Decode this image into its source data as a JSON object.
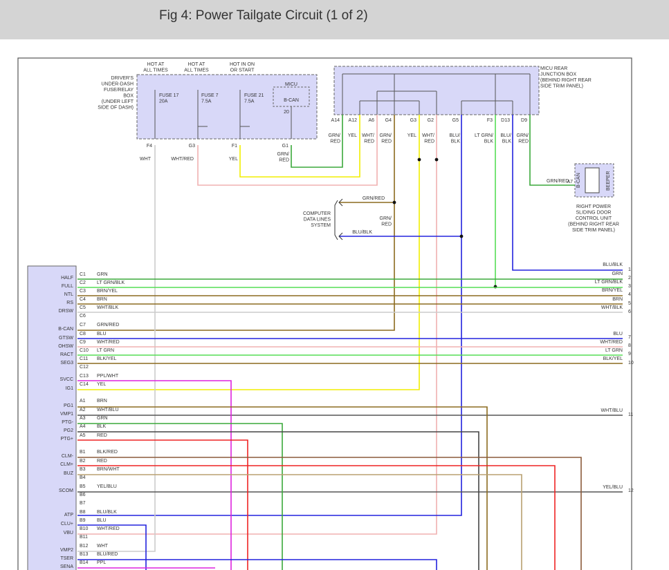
{
  "header": {
    "title": "Fig 4: Power Tailgate Circuit (1 of 2)"
  },
  "fuse_box": {
    "label": [
      "DRIVER'S",
      "UNDER-DASH",
      "FUSE/RELAY",
      "BOX",
      "(UNDER LEFT",
      "SIDE OF DASH)"
    ],
    "hot_labels": [
      [
        "HOT AT",
        "ALL TIMES"
      ],
      [
        "HOT AT",
        "ALL TIMES"
      ],
      [
        "HOT IN ON",
        "OR START"
      ]
    ],
    "fuses": [
      [
        "FUSE 17",
        "20A"
      ],
      [
        "FUSE 7",
        "7.5A"
      ],
      [
        "FUSE 21",
        "7.5A"
      ]
    ],
    "micu": [
      "MICU",
      "B-CAN",
      "20"
    ],
    "pins": [
      "F4",
      "G3",
      "F1",
      "G1"
    ]
  },
  "rear_box": {
    "label": [
      "MICU REAR",
      "JUNCTION BOX",
      "(BEHIND RIGHT REAR",
      "SIDE TRIM PANEL)"
    ],
    "pins": [
      "A14",
      "A12",
      "A6",
      "G4",
      "G3",
      "G2",
      "G5",
      "F3",
      "D13",
      "D9"
    ]
  },
  "wire_labels": {
    "top": [
      "GRN/",
      "RED",
      "YEL",
      "WHT/",
      "RED",
      "GRN/",
      "RED",
      "YEL",
      "WHT/",
      "RED",
      "BLU/",
      "BLK",
      "LT GRN/",
      "BLK",
      "BLU/",
      "BLK",
      "GRN/",
      "RED"
    ],
    "fuse": [
      "WHT",
      "WHT/RED",
      "YEL",
      "GRN/",
      "RED"
    ]
  },
  "beeper": {
    "wire": "GRN/RED",
    "pin": "A7",
    "bcan": "B-CAN",
    "name": "BEEPER",
    "label": [
      "RIGHT POWER",
      "SLIDING DOOR",
      "CONTROL UNIT",
      "(BEHIND RIGHT REAR",
      "SIDE TRIM PANEL)"
    ]
  },
  "computer": {
    "label": [
      "COMPUTER",
      "DATA LINES",
      "SYSTEM"
    ],
    "wire1": "GRN/RED",
    "wire2": [
      "GRN/",
      "RED"
    ],
    "wire3": "BLU/BLK"
  },
  "unit_pins": [
    {
      "name": "HALF",
      "pin": "C1",
      "wire": "GRN"
    },
    {
      "name": "FULL",
      "pin": "C2",
      "wire": "LT GRN/BLK"
    },
    {
      "name": "NTL",
      "pin": "C3",
      "wire": "BRN/YEL"
    },
    {
      "name": "RS",
      "pin": "C4",
      "wire": "BRN"
    },
    {
      "name": "DRSW",
      "pin": "C5",
      "wire": "WHT/BLK"
    },
    {
      "name": "",
      "pin": "C6",
      "wire": ""
    },
    {
      "name": "",
      "pin": "C7",
      "wire": "GRN/RED"
    },
    {
      "name": "B-CAN",
      "pin": "C8",
      "wire": "BLU"
    },
    {
      "name": "GTSW",
      "pin": "C9",
      "wire": "WHT/RED"
    },
    {
      "name": "OHSW",
      "pin": "C10",
      "wire": "LT GRN"
    },
    {
      "name": "RACT",
      "pin": "C11",
      "wire": "BLK/YEL"
    },
    {
      "name": "SEG3",
      "pin": "C12",
      "wire": ""
    },
    {
      "name": "",
      "pin": "C13",
      "wire": "PPL/WHT"
    },
    {
      "name": "SVCC",
      "pin": "C14",
      "wire": "YEL"
    },
    {
      "name": "IG1",
      "pin": "",
      "wire": ""
    },
    {
      "name": "PG1",
      "pin": "A1",
      "wire": "BRN"
    },
    {
      "name": "VMP1",
      "pin": "A2",
      "wire": "WHT/BLU"
    },
    {
      "name": "PTG-",
      "pin": "A3",
      "wire": "GRN"
    },
    {
      "name": "PG2",
      "pin": "A4",
      "wire": "BLK"
    },
    {
      "name": "PTG+",
      "pin": "A5",
      "wire": "RED"
    },
    {
      "name": "CLM-",
      "pin": "B1",
      "wire": "BLK/RED"
    },
    {
      "name": "CLM+",
      "pin": "B2",
      "wire": "RED"
    },
    {
      "name": "BUZ",
      "pin": "B3",
      "wire": "BRN/WHT"
    },
    {
      "name": "",
      "pin": "B4",
      "wire": ""
    },
    {
      "name": "SCOM",
      "pin": "B5",
      "wire": "YEL/BLU"
    },
    {
      "name": "",
      "pin": "B6",
      "wire": ""
    },
    {
      "name": "",
      "pin": "B7",
      "wire": ""
    },
    {
      "name": "ATP",
      "pin": "B8",
      "wire": "BLU/BLK"
    },
    {
      "name": "CLU+",
      "pin": "B9",
      "wire": "BLU"
    },
    {
      "name": "VBU",
      "pin": "B10",
      "wire": "WHT/RED"
    },
    {
      "name": "",
      "pin": "B11",
      "wire": ""
    },
    {
      "name": "VMP2",
      "pin": "B12",
      "wire": "WHT"
    },
    {
      "name": "TSER",
      "pin": "B13",
      "wire": "BLU/RED"
    },
    {
      "name": "SENA",
      "pin": "B14",
      "wire": "PPL"
    }
  ],
  "right_side": [
    {
      "wire": "BLU/BLK",
      "num": "1"
    },
    {
      "wire": "GRN",
      "num": "2"
    },
    {
      "wire": "LT GRN/BLK",
      "num": "3"
    },
    {
      "wire": "BRN/YEL",
      "num": "4"
    },
    {
      "wire": "BRN",
      "num": "5"
    },
    {
      "wire": "WHT/BLK",
      "num": "6"
    },
    {
      "wire": "BLU",
      "num": "7"
    },
    {
      "wire": "WHT/RED",
      "num": "8"
    },
    {
      "wire": "LT GRN",
      "num": "9"
    },
    {
      "wire": "BLK/YEL",
      "num": "10"
    },
    {
      "wire": "WHT/BLU",
      "num": "11"
    },
    {
      "wire": "YEL/BLU",
      "num": "12"
    }
  ],
  "colors": {
    "box_fill": "#d8d8f8",
    "box_stroke": "#666666",
    "frame": "#555555",
    "grn": "#3aa83a",
    "ltgrn": "#55dd55",
    "yel": "#f2ee00",
    "pink": "#f0b0b0",
    "brn": "#8b6a1e",
    "blu": "#2222dd",
    "red": "#ee2222",
    "ppl": "#dd22dd",
    "wht": "#cccccc",
    "blk": "#444444"
  }
}
